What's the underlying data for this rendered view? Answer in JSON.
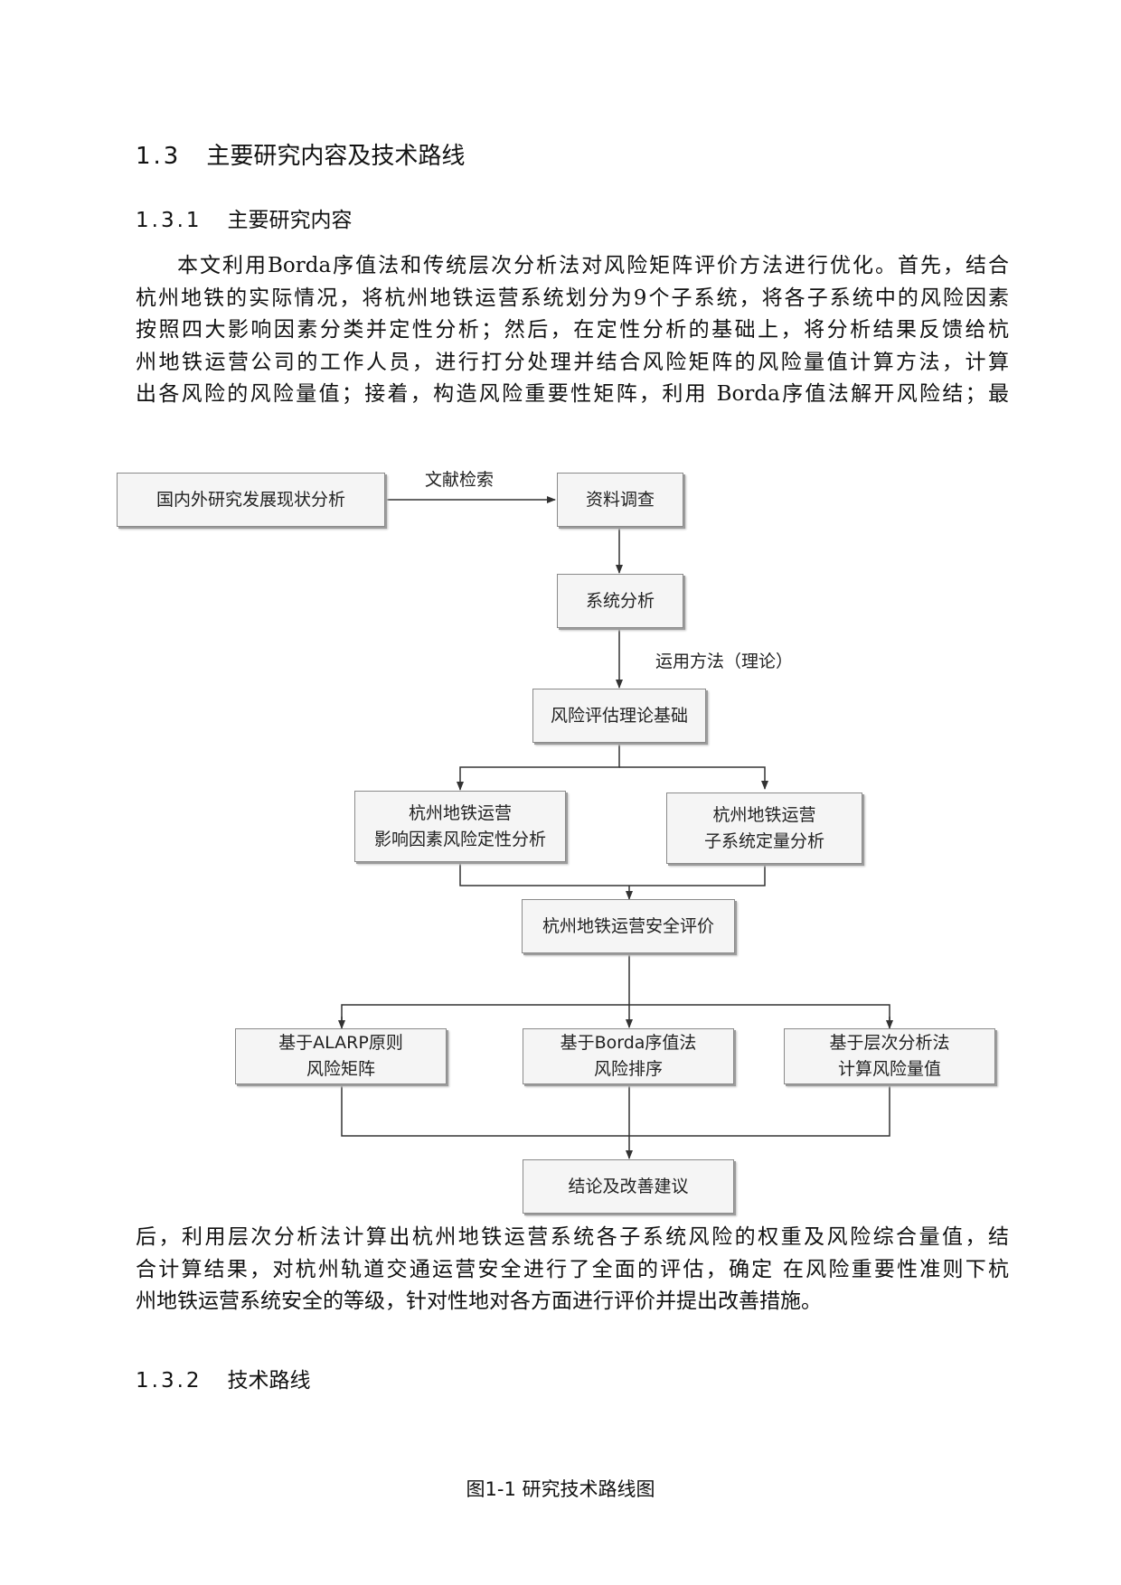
{
  "section": {
    "number": "1.3",
    "title": "主要研究内容及技术路线"
  },
  "subsection1": {
    "number": "1.3.1",
    "title": "主要研究内容"
  },
  "paragraph1": [
    "本文利用Borda序值法和传统层次分析法对风险矩阵评价方法进行优化。首先，结合",
    "杭州地铁的实际情况，将杭州地铁运营系统划分为9个子系统，将各子系统中的风险因素",
    "按照四大影响因素分类并定性分析；然后，在定性分析的基础上，将分析结果反馈给杭",
    "州地铁运营公司的工作人员，进行打分处理并结合风险矩阵的风险量值计算方法，计算",
    "出各风险的风险量值；接着，构造风险重要性矩阵，利用  Borda序值法解开风险结；最"
  ],
  "flowchart": {
    "box_domestic": "国内外研究发展现状分析",
    "edge_literature": "文献检索",
    "box_data": "资料调查",
    "box_system": "系统分析",
    "edge_method": "运用方法（理论）",
    "box_theory": "风险评估理论基础",
    "box_qual": [
      "杭州地铁运营",
      "影响因素风险定性分析"
    ],
    "box_quant": [
      "杭州地铁运营",
      "子系统定量分析"
    ],
    "box_safety": "杭州地铁运营安全评价",
    "box_alarp": [
      "基于ALARP原则",
      "风险矩阵"
    ],
    "box_borda": [
      "基于Borda序值法",
      "风险排序"
    ],
    "box_ahp": [
      "基于层次分析法",
      "计算风险量值"
    ],
    "box_conclusion": "结论及改善建议"
  },
  "paragraph2": [
    "后，利用层次分析法计算出杭州地铁运营系统各子系统风险的权重及风险综合量值，结",
    "合计算结果，对杭州轨道交通运营安全进行了全面的评估，确定  在风险重要性准则下杭",
    "州地铁运营系统安全的等级，针对性地对各方面进行评价并提出改善措施。"
  ],
  "subsection2": {
    "number": "1.3.2",
    "title": "技术路线"
  },
  "figure_caption": "图1-1 研究技术路线图"
}
